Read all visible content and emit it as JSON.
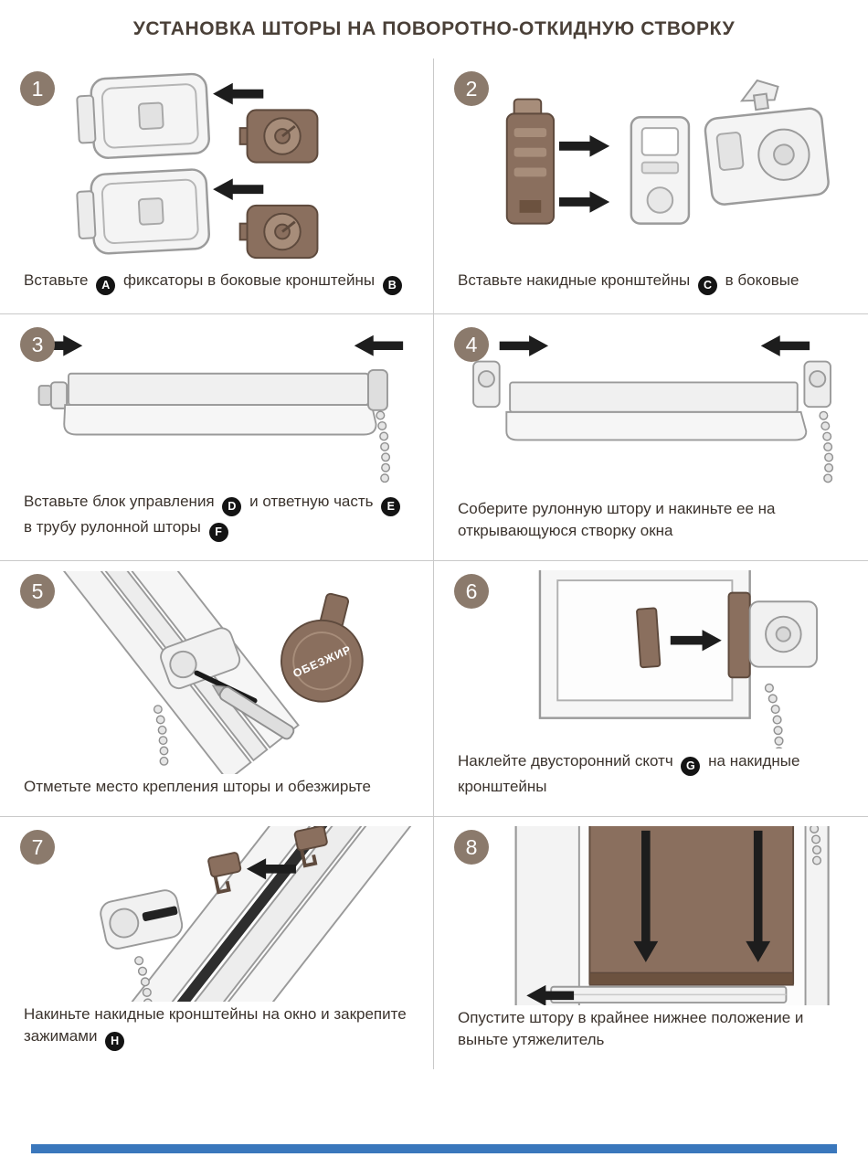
{
  "title": "УСТАНОВКА ШТОРЫ НА ПОВОРОТНО-ОТКИДНУЮ СТВОРКУ",
  "colors": {
    "accent_blue": "#3a77bc",
    "step_badge_brown": "#8b7a6c",
    "letter_badge_black": "#141414",
    "illustration_brown": "#8a6f5e",
    "text": "#3b332d"
  },
  "steps": [
    {
      "number": "1",
      "caption": [
        {
          "text": "Вставьте "
        },
        {
          "badge": "A"
        },
        {
          "text": " фиксаторы в боковые кронштейны "
        },
        {
          "badge": "B"
        }
      ]
    },
    {
      "number": "2",
      "caption": [
        {
          "text": "Вставьте накидные кронштейны "
        },
        {
          "badge": "C"
        },
        {
          "text": " в боковые"
        }
      ]
    },
    {
      "number": "3",
      "caption": [
        {
          "text": "Вставьте блок управления "
        },
        {
          "badge": "D"
        },
        {
          "text": " и ответную часть "
        },
        {
          "badge": "E"
        },
        {
          "text": " в трубу рулонной шторы "
        },
        {
          "badge": "F"
        }
      ]
    },
    {
      "number": "4",
      "caption": [
        {
          "text": "Соберите рулонную штору и накиньте ее на открывающуюся створку окна"
        }
      ]
    },
    {
      "number": "5",
      "caption": [
        {
          "text": "Отметьте место крепления шторы и обезжирьте"
        }
      ],
      "bottle_label": "ОБЕЗЖИР"
    },
    {
      "number": "6",
      "caption": [
        {
          "text": "Наклейте двусторонний скотч "
        },
        {
          "badge": "G"
        },
        {
          "text": " на накидные кронштейны"
        }
      ]
    },
    {
      "number": "7",
      "caption": [
        {
          "text": "Накиньте накидные кронштейны на окно и закрепите зажимами "
        },
        {
          "badge": "H"
        }
      ]
    },
    {
      "number": "8",
      "caption": [
        {
          "text": "Опустите штору в крайнее нижнее положение и выньте утяжелитель"
        }
      ]
    }
  ]
}
